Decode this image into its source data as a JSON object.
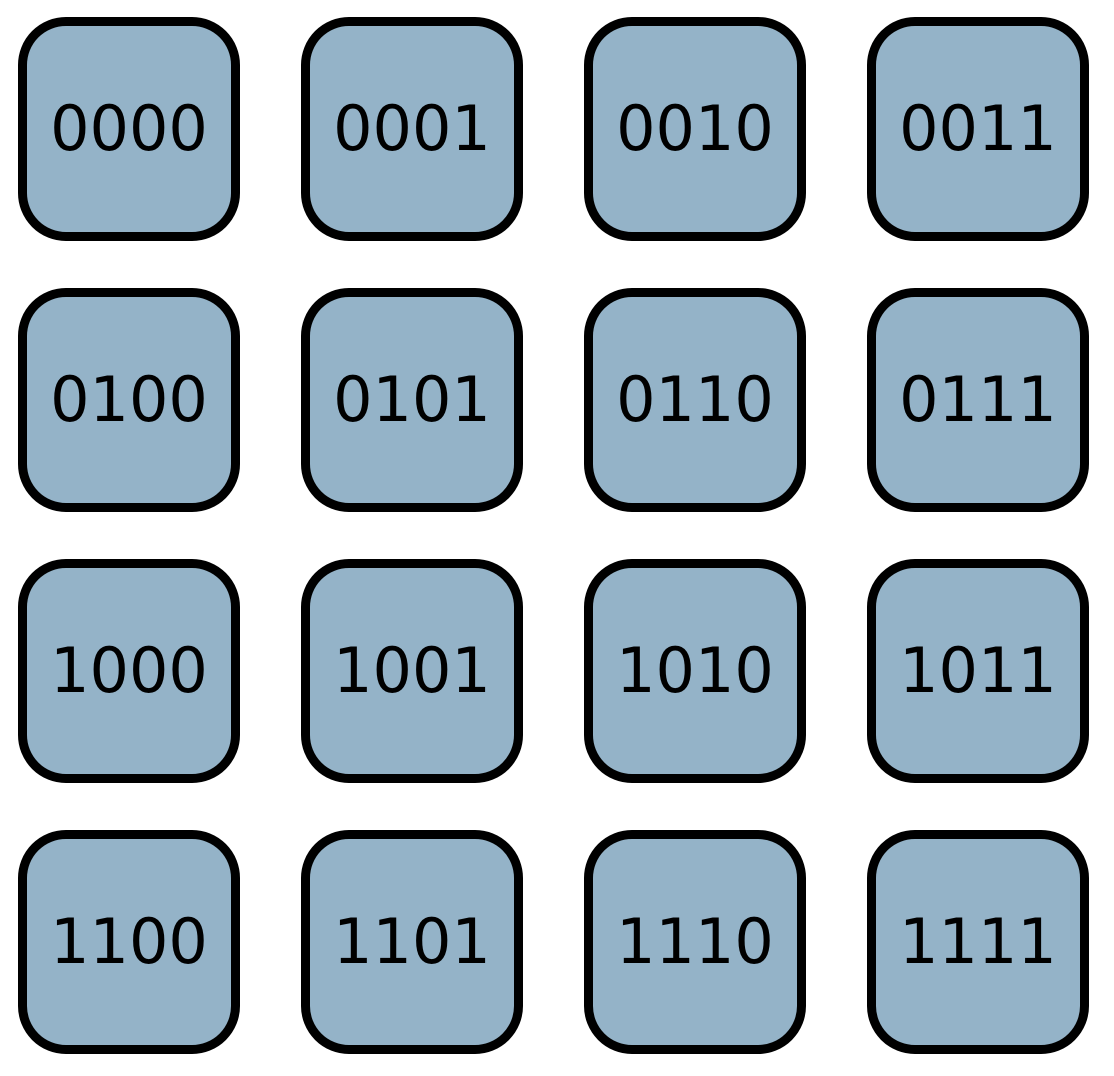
{
  "tile_color": "#94b3c8",
  "outline_color": "#000000",
  "tiles": [
    "0000",
    "0001",
    "0010",
    "0011",
    "0100",
    "0101",
    "0110",
    "0111",
    "1000",
    "1001",
    "1010",
    "1011",
    "1100",
    "1101",
    "1110",
    "1111"
  ]
}
